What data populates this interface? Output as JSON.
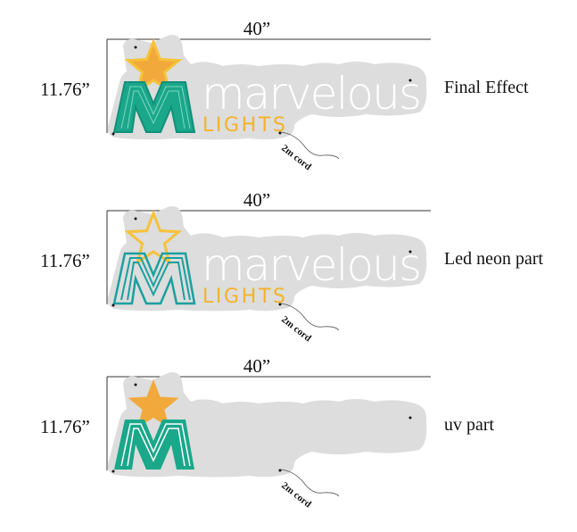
{
  "colors": {
    "backing": "#dcdddc",
    "star": "#f2a93b",
    "star_outline": "#f7c23a",
    "m_fill": "#1aa78a",
    "m_line": "#1aa0a0",
    "lights": "#f5b22a"
  },
  "panels": [
    {
      "width_label": "40”",
      "height_label": "11.76”",
      "title": "Final Effect",
      "brand": "marvelous",
      "sub": "LIGHTS",
      "cord": "2m cord"
    },
    {
      "width_label": "40”",
      "height_label": "11.76”",
      "title": "Led neon part",
      "brand": "marvelous",
      "sub": "LIGHTS",
      "cord": "2m cord"
    },
    {
      "width_label": "40”",
      "height_label": "11.76”",
      "title": "uv part",
      "cord": "2m cord"
    }
  ]
}
